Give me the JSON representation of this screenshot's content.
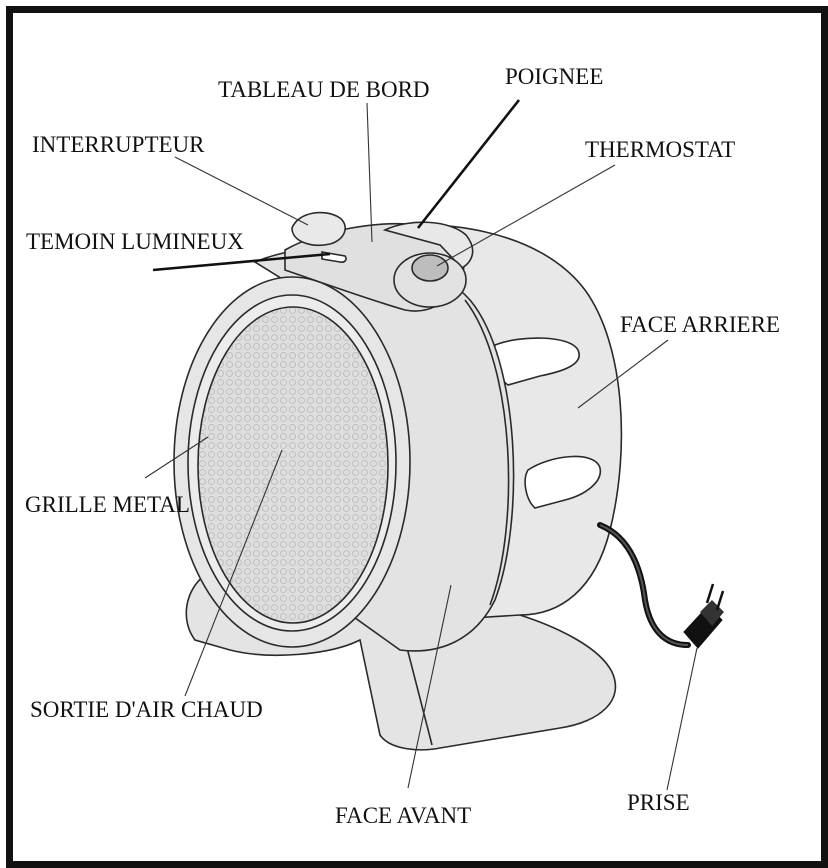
{
  "labels": {
    "tableau_de_bord": "TABLEAU DE BORD",
    "poignee": "POIGNEE",
    "interrupteur": "INTERRUPTEUR",
    "thermostat": "THERMOSTAT",
    "temoin_lumineux": "TEMOIN LUMINEUX",
    "face_arriere": "FACE ARRIERE",
    "grille_metal": "GRILLE METAL",
    "sortie_air_chaud": "SORTIE D'AIR CHAUD",
    "face_avant": "FACE AVANT",
    "prise": "PRISE"
  },
  "colors": {
    "body_fill": "#e6e6e6",
    "grille_fill": "#dcdcdc",
    "outline": "#2a2a2a",
    "frame": "#111111"
  }
}
